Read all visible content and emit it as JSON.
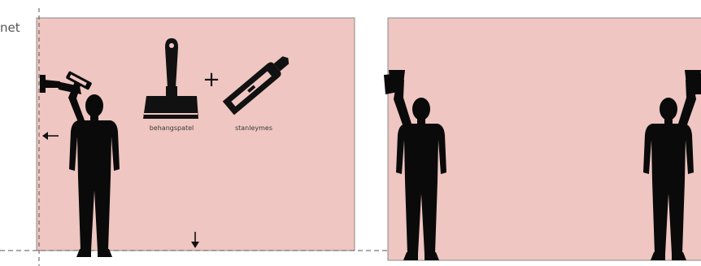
{
  "colors": {
    "wall": "#efc6c1",
    "wall_border": "#8a8a8a",
    "silhouette": "#0a0a0a",
    "guide_line": "#555555"
  },
  "left_edge_text": "net",
  "tools": {
    "spatula_label": "behangspatel",
    "knife_label": "stanleymes",
    "plus_sign": "+",
    "spatula_icon": "wallpaper-scraper-icon",
    "knife_icon": "utility-knife-icon"
  }
}
